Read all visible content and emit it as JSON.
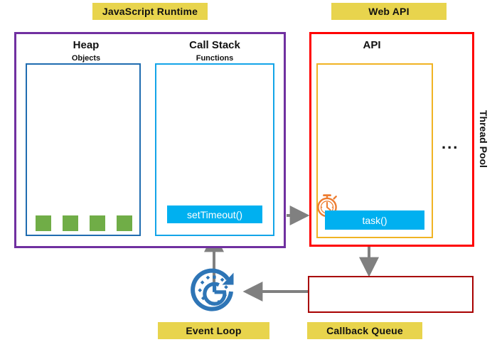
{
  "diagram": {
    "title": "JavaScript Runtime and Web API event loop diagram",
    "colors": {
      "chip_bg": "#e8d44d",
      "runtime_border": "#7030a0",
      "webapi_border": "#ff0000",
      "heap_border": "#1f6cb0",
      "callstack_border": "#13a4e8",
      "api_border": "#f0b323",
      "queue_border": "#a80000",
      "task_block": "#00b0f0",
      "object_square": "#70ad47",
      "timer_icon": "#ed7d31",
      "event_loop_icon": "#2e75b6",
      "arrow": "#808080"
    }
  },
  "chips": {
    "javascript_runtime": "JavaScript Runtime",
    "web_api": "Web API",
    "event_loop": "Event Loop",
    "callback_queue": "Callback Queue"
  },
  "runtime": {
    "heap": {
      "title": "Heap",
      "subtitle": "Objects",
      "objects": [
        "object",
        "object",
        "object",
        "object"
      ]
    },
    "call_stack": {
      "title": "Call Stack",
      "subtitle": "Functions",
      "frames": [
        "setTimeout()"
      ]
    }
  },
  "web_api": {
    "title": "API",
    "thread_pool_label": "Thread Pool",
    "tasks": [
      "task()"
    ],
    "timer_icon": "stopwatch-icon",
    "more_indicator": "..."
  },
  "callback_queue": {
    "items": []
  },
  "icons": {
    "event_loop": "event-loop-icon",
    "stopwatch": "stopwatch-icon"
  },
  "arrows": [
    {
      "name": "call-stack-to-api",
      "direction": "right"
    },
    {
      "name": "api-to-callback-queue",
      "direction": "down"
    },
    {
      "name": "callback-queue-to-event-loop",
      "direction": "left"
    },
    {
      "name": "event-loop-to-call-stack",
      "direction": "up"
    }
  ]
}
